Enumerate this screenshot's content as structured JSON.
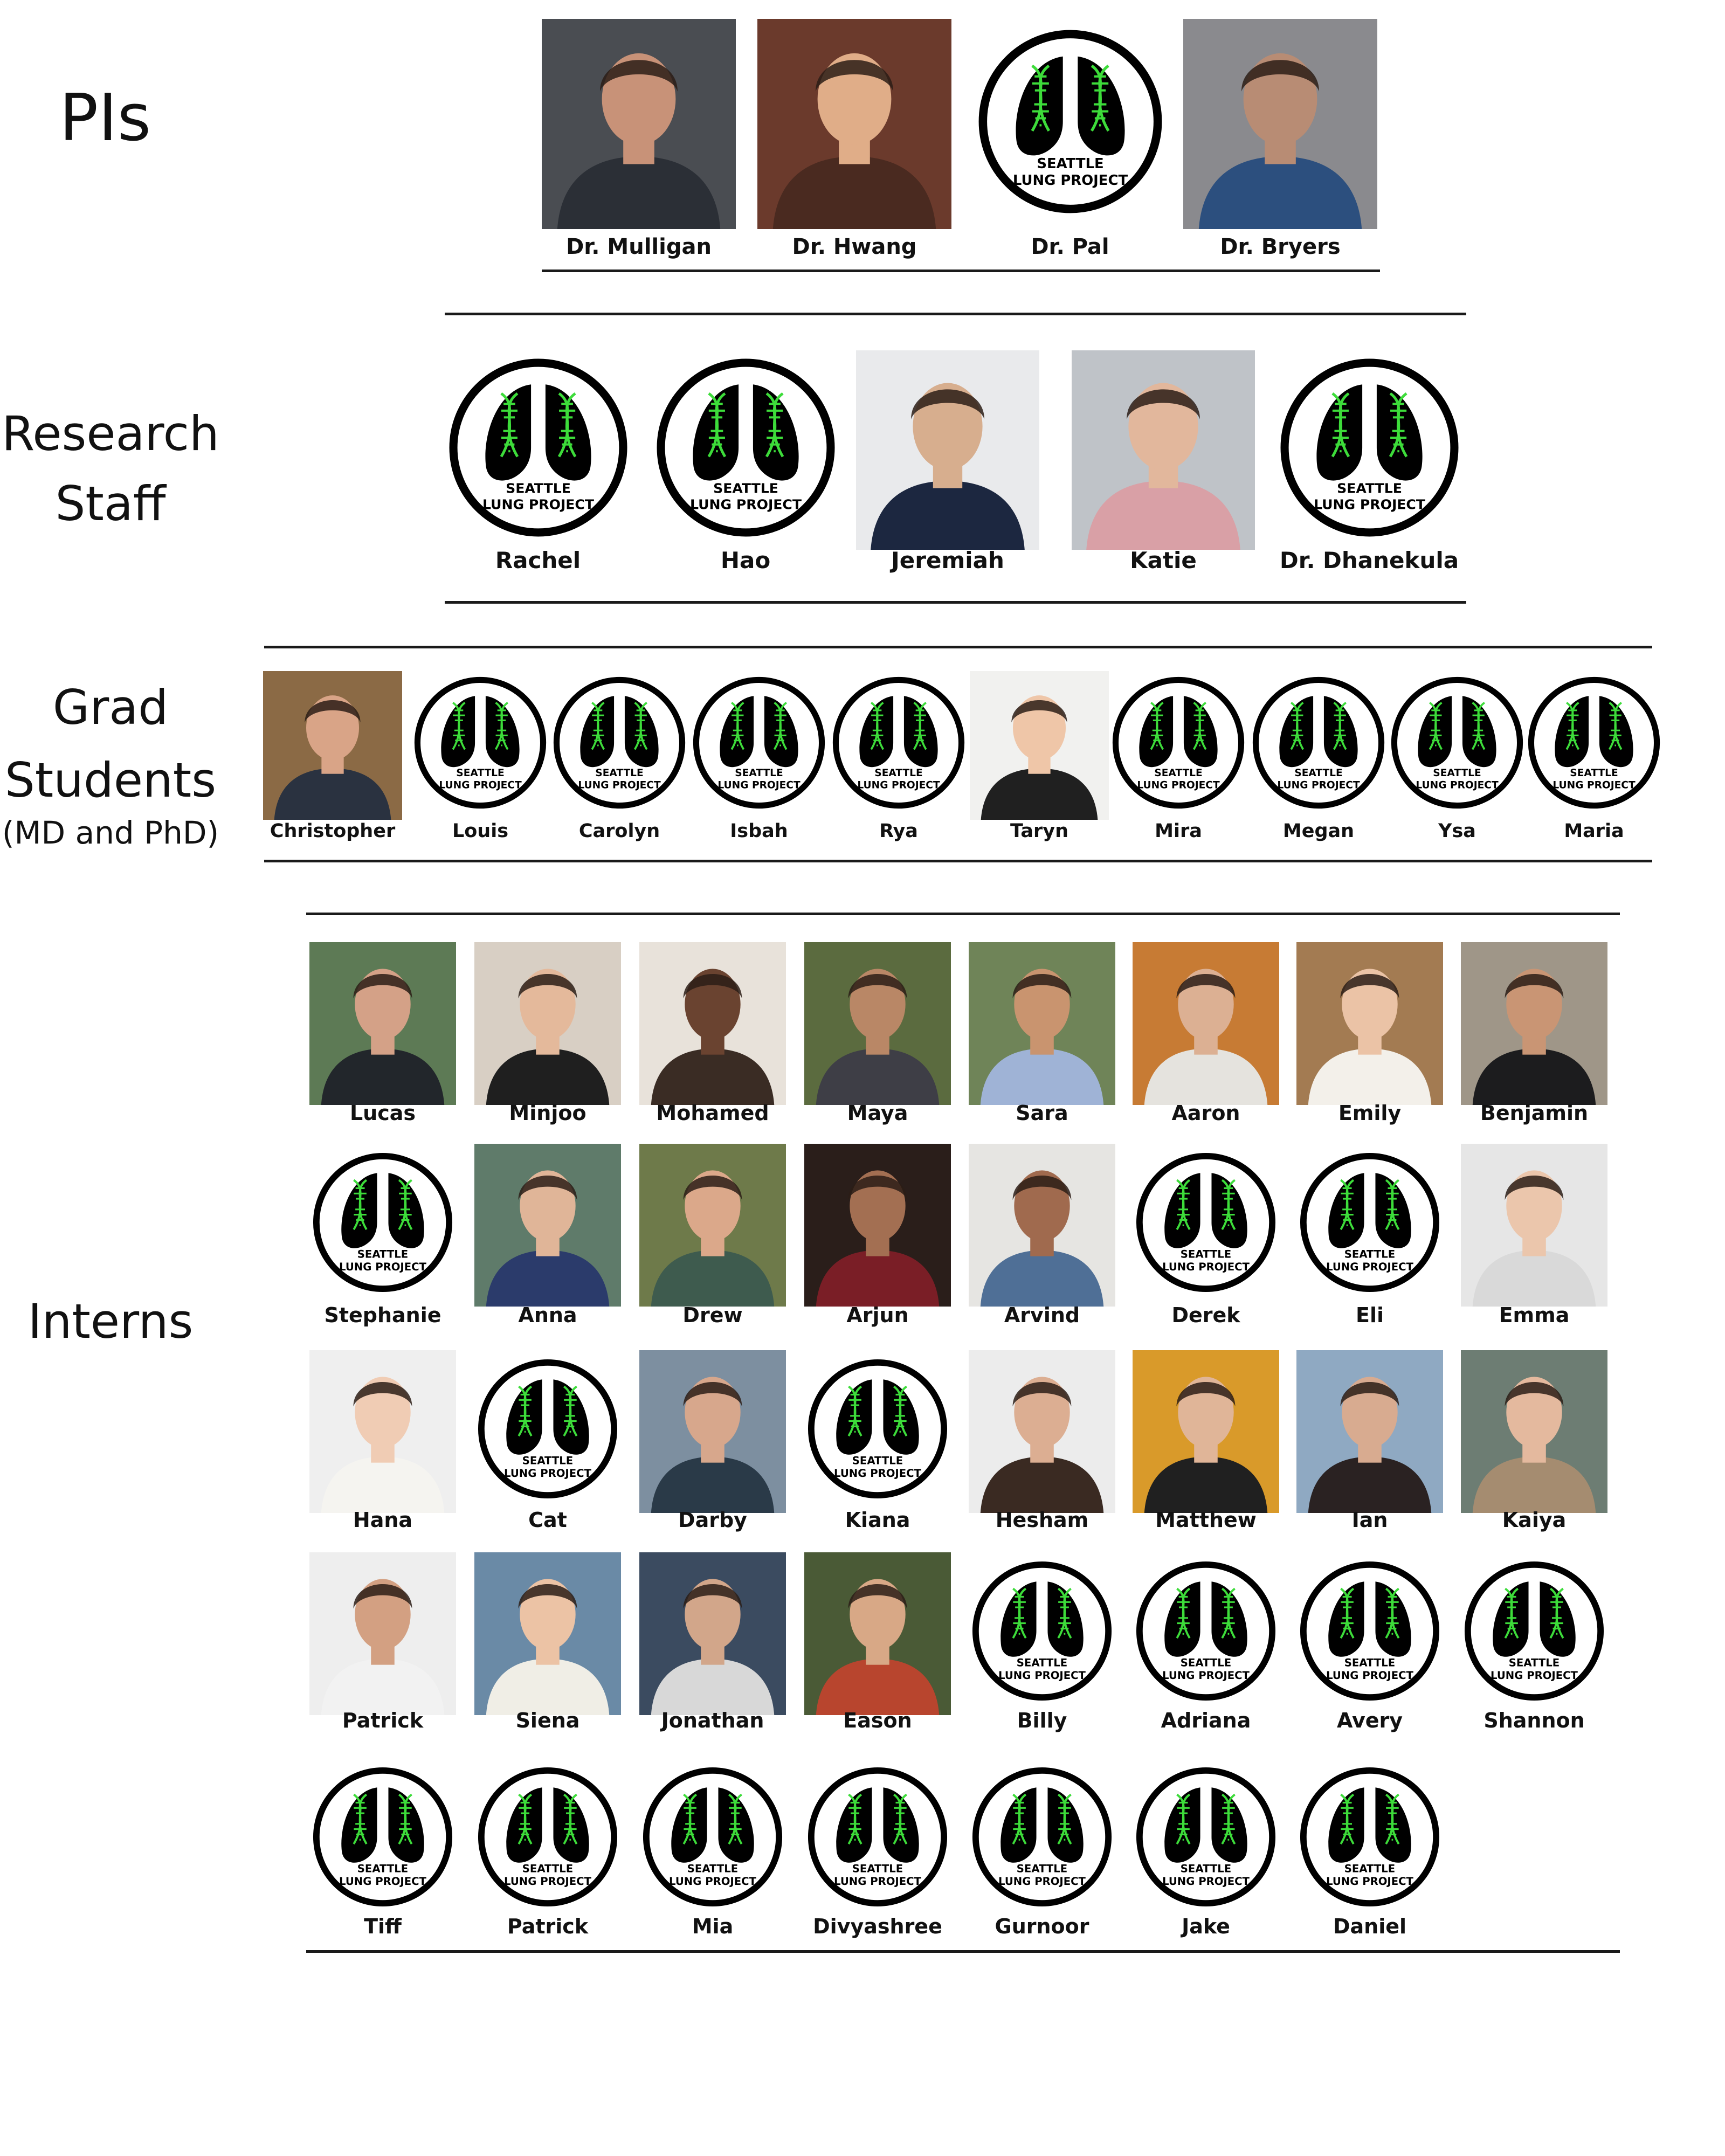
{
  "sections": {
    "pis": {
      "label": "PIs"
    },
    "research_staff": {
      "label_line1": "Research",
      "label_line2": "Staff"
    },
    "grad_students": {
      "label_line1": "Grad",
      "label_line2": "Students",
      "label_line3": "(MD and PhD)"
    },
    "interns": {
      "label": "Interns"
    }
  },
  "logo_text": {
    "line1": "SEATTLE",
    "line2": "LUNG PROJECT"
  },
  "colors": {
    "dna_green": "#3ddc3a",
    "lung_black": "#000000",
    "line": "#1a1a1a"
  },
  "pis": [
    {
      "name": "Dr. Mulligan",
      "kind": "photo",
      "bg": "#4a4d52",
      "skin": "#c89278",
      "shirt": "#2b2f36"
    },
    {
      "name": "Dr. Hwang",
      "kind": "photo",
      "bg": "#6b3a2c",
      "skin": "#e0ad88",
      "shirt": "#4a2a20"
    },
    {
      "name": "Dr. Pal",
      "kind": "logo"
    },
    {
      "name": "Dr. Bryers",
      "kind": "photo",
      "bg": "#8a8a8e",
      "skin": "#b88c74",
      "shirt": "#2c4f7e"
    }
  ],
  "research_staff": [
    {
      "name": "Rachel",
      "kind": "logo"
    },
    {
      "name": "Hao",
      "kind": "logo"
    },
    {
      "name": "Jeremiah",
      "kind": "photo",
      "bg": "#e9eaec",
      "skin": "#d7ae8e",
      "shirt": "#1c2740"
    },
    {
      "name": "Katie",
      "kind": "photo",
      "bg": "#bfc3c8",
      "skin": "#e2b79c",
      "shirt": "#d9a0a6"
    },
    {
      "name": "Dr. Dhanekula",
      "kind": "logo"
    }
  ],
  "grad_students": [
    {
      "name": "Christopher",
      "kind": "photo",
      "bg": "#8b6a45",
      "skin": "#d9a487",
      "shirt": "#2a3240"
    },
    {
      "name": "Louis",
      "kind": "logo"
    },
    {
      "name": "Carolyn",
      "kind": "logo"
    },
    {
      "name": "Isbah",
      "kind": "logo"
    },
    {
      "name": "Rya",
      "kind": "logo"
    },
    {
      "name": "Taryn",
      "kind": "photo",
      "bg": "#f1f1ef",
      "skin": "#efc6a8",
      "shirt": "#202020"
    },
    {
      "name": "Mira",
      "kind": "logo"
    },
    {
      "name": "Megan",
      "kind": "logo"
    },
    {
      "name": "Ysa",
      "kind": "logo"
    },
    {
      "name": "Maria",
      "kind": "logo"
    }
  ],
  "interns": [
    {
      "name": "Lucas",
      "kind": "photo",
      "bg": "#5d7a55",
      "skin": "#d4a187",
      "shirt": "#22262b"
    },
    {
      "name": "Minjoo",
      "kind": "photo",
      "bg": "#d8cfc4",
      "skin": "#e4b99b",
      "shirt": "#1f1f1f"
    },
    {
      "name": "Mohamed",
      "kind": "photo",
      "bg": "#e8e2da",
      "skin": "#6a4330",
      "shirt": "#3a2c24"
    },
    {
      "name": "Maya",
      "kind": "photo",
      "bg": "#5b6b3f",
      "skin": "#b98766",
      "shirt": "#3e3e46"
    },
    {
      "name": "Sara",
      "kind": "photo",
      "bg": "#6f8458",
      "skin": "#c9946f",
      "shirt": "#9fb3d6"
    },
    {
      "name": "Aaron",
      "kind": "photo",
      "bg": "#c77b34",
      "skin": "#dcb093",
      "shirt": "#e5e3de"
    },
    {
      "name": "Emily",
      "kind": "photo",
      "bg": "#a37b52",
      "skin": "#ebc3a6",
      "shirt": "#f3f0ea"
    },
    {
      "name": "Benjamin",
      "kind": "photo",
      "bg": "#9f9688",
      "skin": "#c99574",
      "shirt": "#1c1c1e"
    },
    {
      "name": "Stephanie",
      "kind": "logo"
    },
    {
      "name": "Anna",
      "kind": "photo",
      "bg": "#5f7b6a",
      "skin": "#e0b598",
      "shirt": "#2b3b6b"
    },
    {
      "name": "Drew",
      "kind": "photo",
      "bg": "#6e7a4a",
      "skin": "#dba88a",
      "shirt": "#3e5b4e"
    },
    {
      "name": "Arjun",
      "kind": "photo",
      "bg": "#2a1e1a",
      "skin": "#a36f52",
      "shirt": "#7a1e26"
    },
    {
      "name": "Arvind",
      "kind": "photo",
      "bg": "#e6e5e2",
      "skin": "#a06a4e",
      "shirt": "#4f6f96"
    },
    {
      "name": "Derek",
      "kind": "logo"
    },
    {
      "name": "Eli",
      "kind": "logo"
    },
    {
      "name": "Emma",
      "kind": "photo",
      "bg": "#e6e6e6",
      "skin": "#ebc6ac",
      "shirt": "#d9d9d9"
    },
    {
      "name": "Hana",
      "kind": "photo",
      "bg": "#efefef",
      "skin": "#f0ccb4",
      "shirt": "#f5f4f0"
    },
    {
      "name": "Cat",
      "kind": "logo"
    },
    {
      "name": "Darby",
      "kind": "photo",
      "bg": "#7d8fa0",
      "skin": "#d7a78c",
      "shirt": "#2a3a48"
    },
    {
      "name": "Kiana",
      "kind": "logo"
    },
    {
      "name": "Hesham",
      "kind": "photo",
      "bg": "#ececec",
      "skin": "#dcae92",
      "shirt": "#3a2a22"
    },
    {
      "name": "Matthew",
      "kind": "photo",
      "bg": "#d99a2a",
      "skin": "#e0b598",
      "shirt": "#202020"
    },
    {
      "name": "Ian",
      "kind": "photo",
      "bg": "#8fa9c2",
      "skin": "#d8ab90",
      "shirt": "#2a2222"
    },
    {
      "name": "Kaiya",
      "kind": "photo",
      "bg": "#6d7d73",
      "skin": "#e4b99e",
      "shirt": "#a58c70"
    },
    {
      "name": "Patrick",
      "kind": "photo",
      "bg": "#eeeeee",
      "skin": "#d3a082",
      "shirt": "#f2f2f2"
    },
    {
      "name": "Siena",
      "kind": "photo",
      "bg": "#6a8aa6",
      "skin": "#ecc3a5",
      "shirt": "#f0eee6"
    },
    {
      "name": "Jonathan",
      "kind": "photo",
      "bg": "#3b4b60",
      "skin": "#d2a68a",
      "shirt": "#d8d8d8"
    },
    {
      "name": "Eason",
      "kind": "photo",
      "bg": "#4a5a36",
      "skin": "#d8a886",
      "shirt": "#b8452e"
    },
    {
      "name": "Billy",
      "kind": "logo"
    },
    {
      "name": "Adriana",
      "kind": "logo"
    },
    {
      "name": "Avery",
      "kind": "logo"
    },
    {
      "name": "Shannon",
      "kind": "logo"
    },
    {
      "name": "Tiff",
      "kind": "logo"
    },
    {
      "name": "Patrick",
      "kind": "logo"
    },
    {
      "name": "Mia",
      "kind": "logo"
    },
    {
      "name": "Divyashree",
      "kind": "logo"
    },
    {
      "name": "Gurnoor",
      "kind": "logo"
    },
    {
      "name": "Jake",
      "kind": "logo"
    },
    {
      "name": "Daniel",
      "kind": "logo"
    }
  ]
}
